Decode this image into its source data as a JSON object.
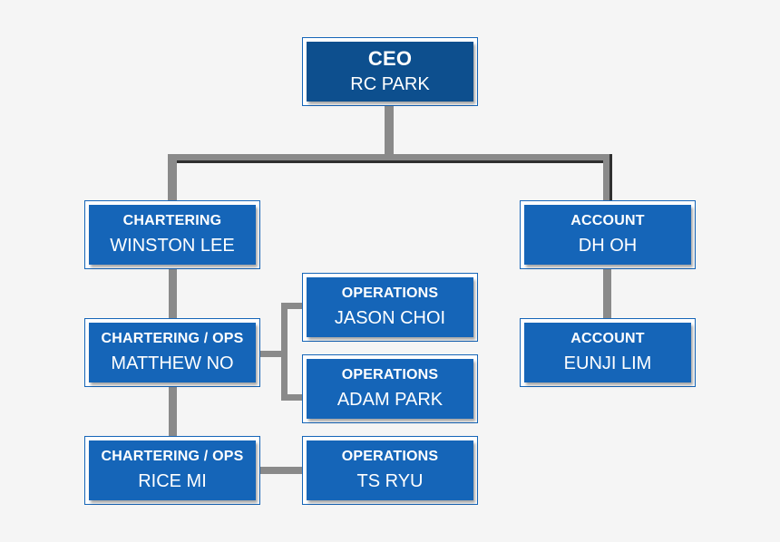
{
  "org": {
    "ceo": {
      "title": "CEO",
      "name": "RC PARK"
    },
    "chartering": {
      "title": "CHARTERING",
      "name": "WINSTON LEE"
    },
    "chartering_ops_1": {
      "title": "CHARTERING / OPS",
      "name": "MATTHEW NO"
    },
    "chartering_ops_2": {
      "title": "CHARTERING / OPS",
      "name": "RICE MI"
    },
    "operations_1": {
      "title": "OPERATIONS",
      "name": "JASON CHOI"
    },
    "operations_2": {
      "title": "OPERATIONS",
      "name": "ADAM PARK"
    },
    "operations_3": {
      "title": "OPERATIONS",
      "name": "TS RYU"
    },
    "account_1": {
      "title": "ACCOUNT",
      "name": "DH OH"
    },
    "account_2": {
      "title": "ACCOUNT",
      "name": "EUNJI LIM"
    }
  },
  "colors": {
    "box_fill": "#1565b8",
    "ceo_fill": "#0d4f8e",
    "connector": "#8a8a8a",
    "background": "#f5f5f5"
  }
}
